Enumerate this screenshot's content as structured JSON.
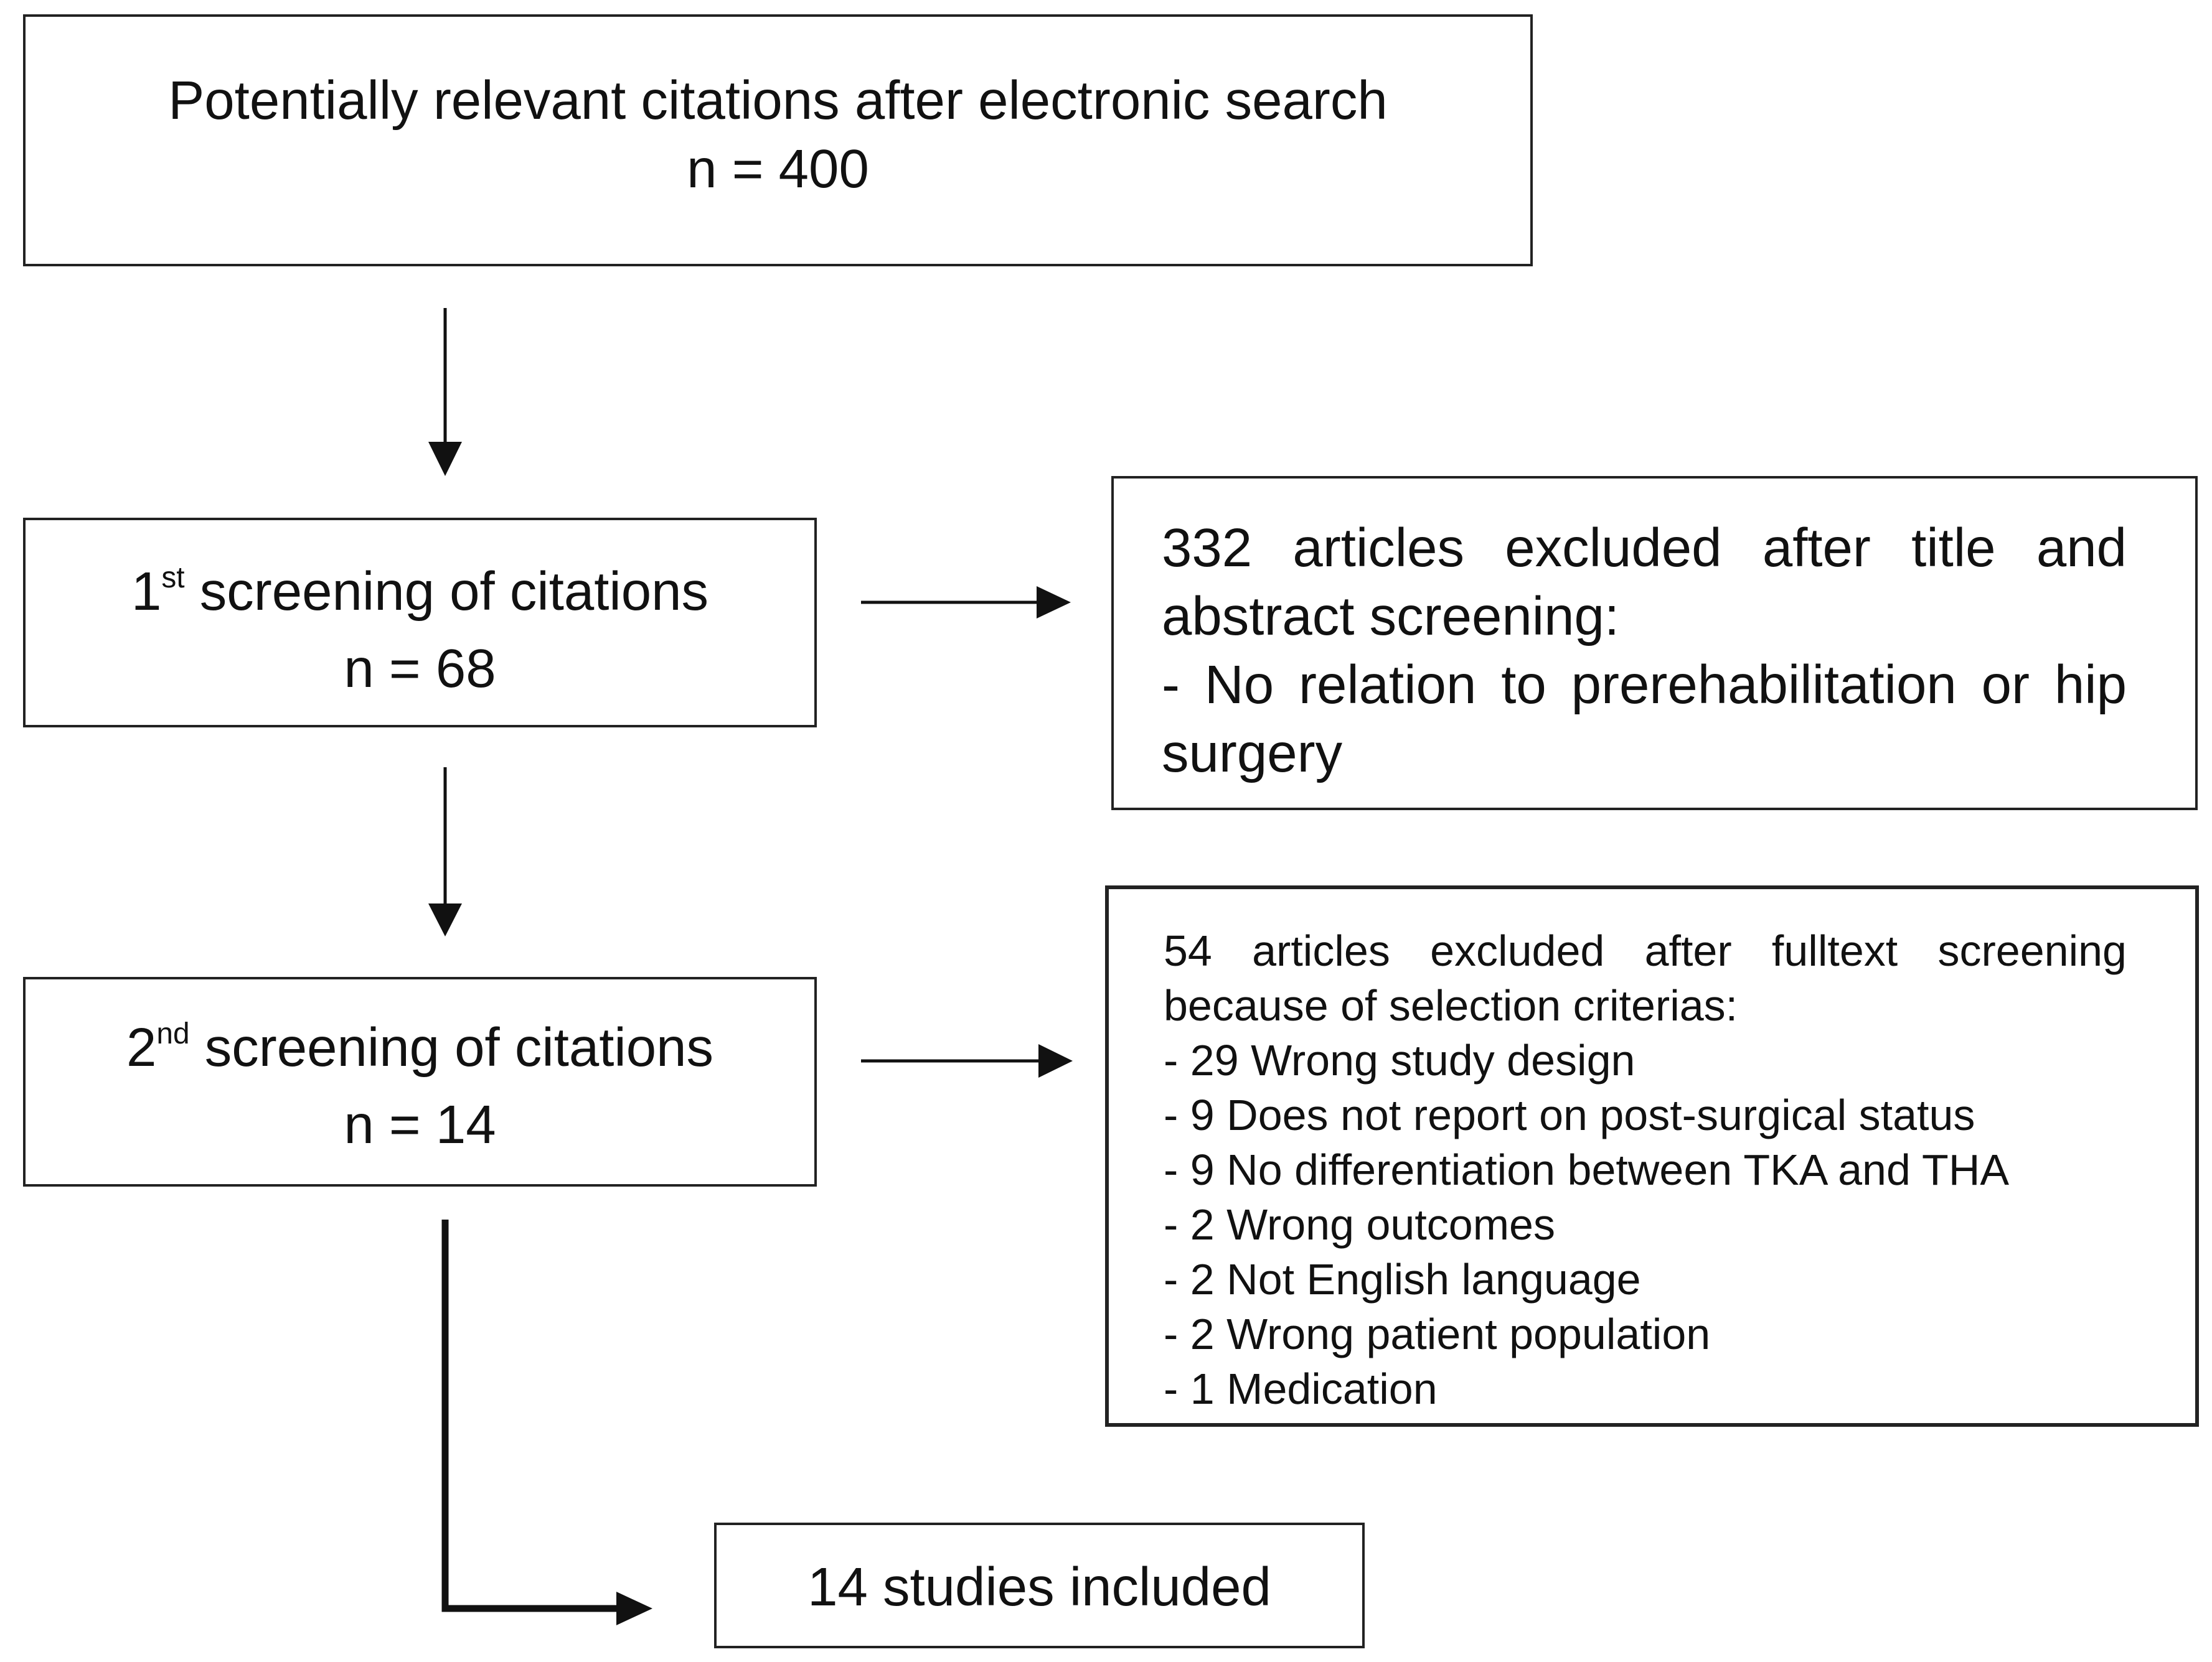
{
  "search": {
    "title": "Potentially relevant citations after electronic search",
    "n": "n = 400"
  },
  "screening1": {
    "ordinal": "1",
    "ordinal_suffix": "st",
    "label": " screening of citations",
    "n": "n = 68"
  },
  "screening2": {
    "ordinal": "2",
    "ordinal_suffix": "nd",
    "label": " screening of citations",
    "n": "n = 14"
  },
  "exclusion1": {
    "text": "332 articles excluded after title and abstract screening:",
    "reasons": [
      "- No relation to prerehabilitation or hip surgery"
    ]
  },
  "exclusion2": {
    "text": "54 articles excluded after fulltext screening because of selection criterias:",
    "reasons": [
      "- 29 Wrong study design",
      "- 9 Does not report on post-surgical status",
      "- 9 No differentiation between TKA and THA",
      "- 2 Wrong outcomes",
      "- 2 Not English language",
      "- 2 Wrong patient population",
      "- 1 Medication"
    ]
  },
  "included": {
    "text": "14 studies included"
  }
}
